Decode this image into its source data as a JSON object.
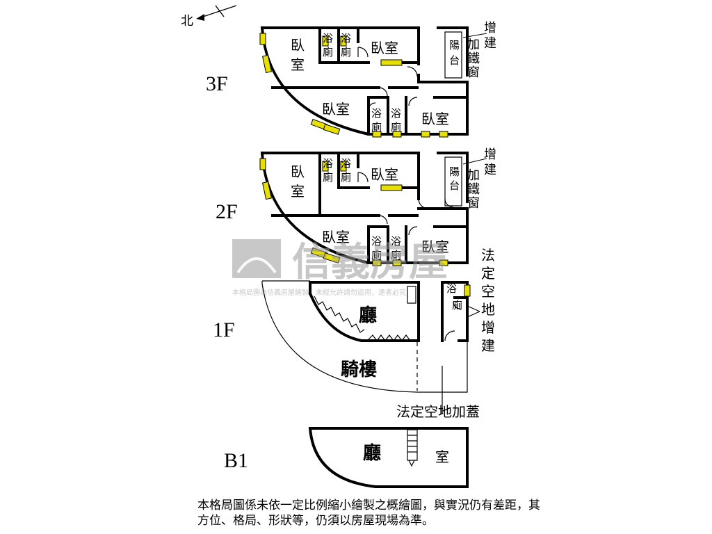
{
  "compass": {
    "label": "北",
    "icon": "north-arrow-icon"
  },
  "floors": {
    "f3": {
      "label": "3F",
      "rooms": {
        "bedroom_nw": "臥\n室",
        "bath_a": "浴\n廁",
        "bath_b": "浴\n廁",
        "bedroom_n": "臥室",
        "balcony": "陽\n台",
        "bedroom_mid": "臥室",
        "bath_c": "浴\n廁",
        "bath_d": "浴\n廁",
        "bedroom_se": "臥室"
      },
      "extension_note": "增\n建\n加\n鐵\n窗"
    },
    "f2": {
      "label": "2F",
      "rooms": {
        "bedroom_nw": "臥\n室",
        "bath_a": "浴\n廁",
        "bath_b": "浴\n廁",
        "bedroom_n": "臥室",
        "balcony": "陽\n台",
        "bedroom_mid": "臥室",
        "bath_c": "浴\n廁",
        "bath_d": "浴\n廁",
        "bedroom_se": "臥室"
      },
      "extension_note": "增\n建\n加\n鐵\n窗"
    },
    "f1": {
      "label": "1F",
      "rooms": {
        "hall": "廳",
        "arcade": "騎樓",
        "bath": "浴\n廁"
      },
      "side_note": "法\n定\n空\n地\n增\n建",
      "bottom_note": "法定空地加蓋"
    },
    "b1": {
      "label": "B1",
      "rooms": {
        "hall": "廳",
        "room": "室"
      }
    }
  },
  "watermark": {
    "brand": "信義房屋",
    "caption": "本格局圖為信義房屋繪製，未經允許請勿盜用，違者必究"
  },
  "disclaimer": "本格局圖係未依一定比例縮小繪製之概繪圖，與實況仍有差距，其方位、格局、形狀等，仍須以房屋現場為準。",
  "colors": {
    "window": "#e8e000",
    "wall": "#000000",
    "watermark": "#9a9a9a"
  }
}
